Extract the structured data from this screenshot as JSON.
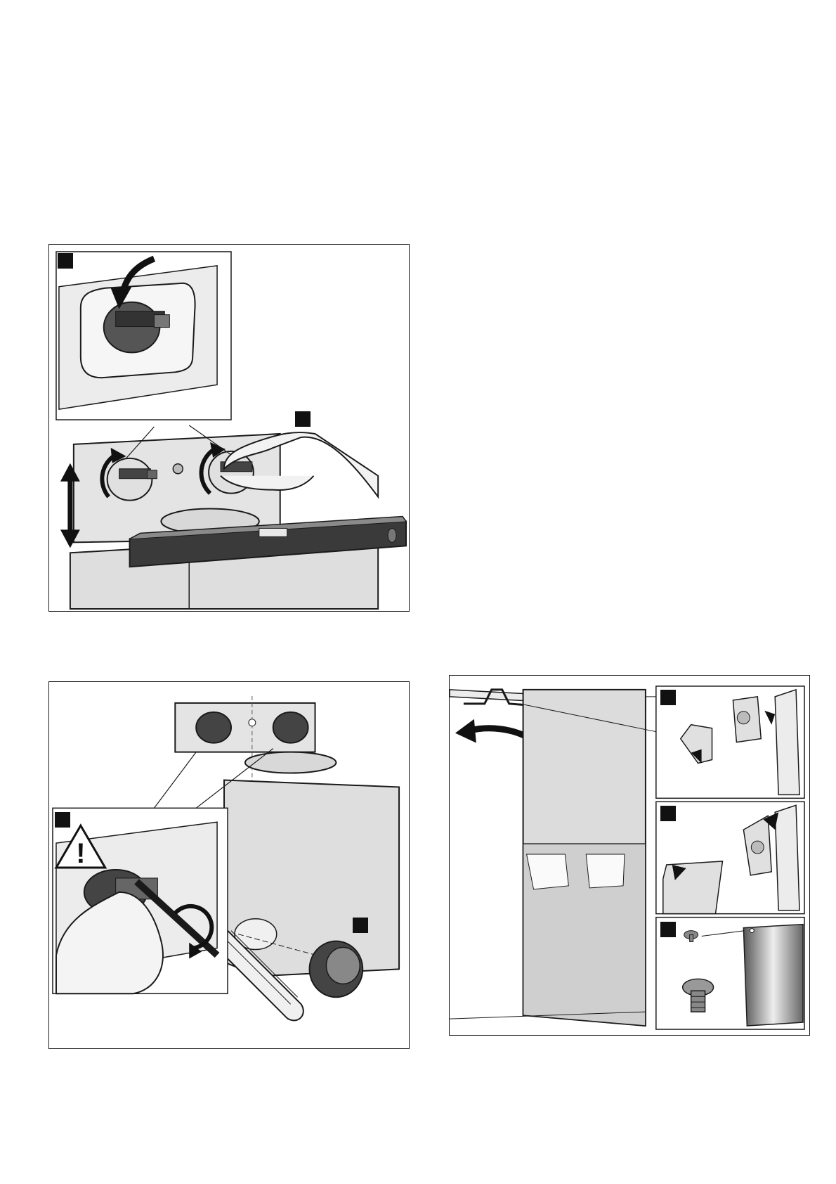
{
  "colors": {
    "outline": "#1a1a1a",
    "fill_light": "#e6e6e6",
    "fill_mid": "#c8c8c8",
    "fill_dark": "#3a3a3a",
    "marker": "#111111"
  },
  "figures": [
    {
      "id": "figure-level-adjust",
      "markers": 2,
      "icons": [
        "curved-arrow-icon",
        "double-arrow-icon",
        "rotate-arrow-icon",
        "spirit-level-icon"
      ]
    },
    {
      "id": "figure-screw-fix",
      "markers": 2,
      "icons": [
        "warning-icon",
        "screwdriver-icon",
        "rotate-arrow-icon",
        "knob-icon"
      ]
    },
    {
      "id": "figure-chimney-fit",
      "markers": 3,
      "icons": [
        "curved-arrow-icon",
        "clip-icon",
        "screw-icon"
      ]
    }
  ],
  "warning_symbol": "!"
}
